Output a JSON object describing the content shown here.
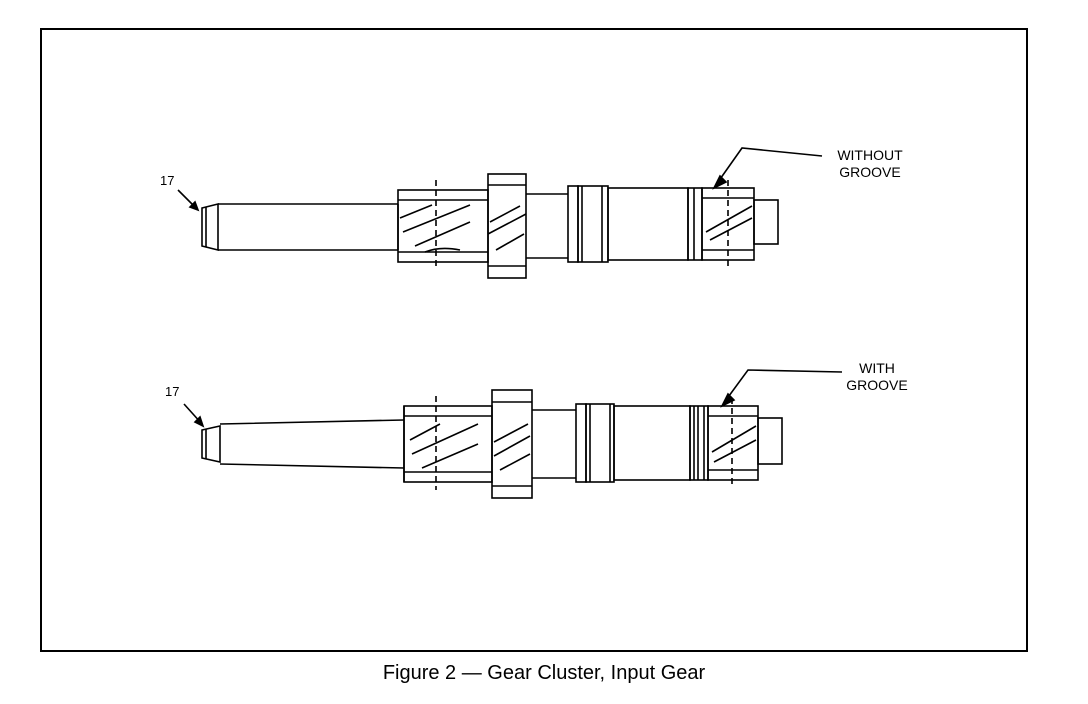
{
  "figure": {
    "caption": "Figure 2 — Gear Cluster, Input Gear"
  },
  "top_gear": {
    "callout_number": "17",
    "label_line1": "WITHOUT",
    "label_line2": "GROOVE"
  },
  "bottom_gear": {
    "callout_number": "17",
    "label_line1": "WITH",
    "label_line2": "GROOVE"
  }
}
